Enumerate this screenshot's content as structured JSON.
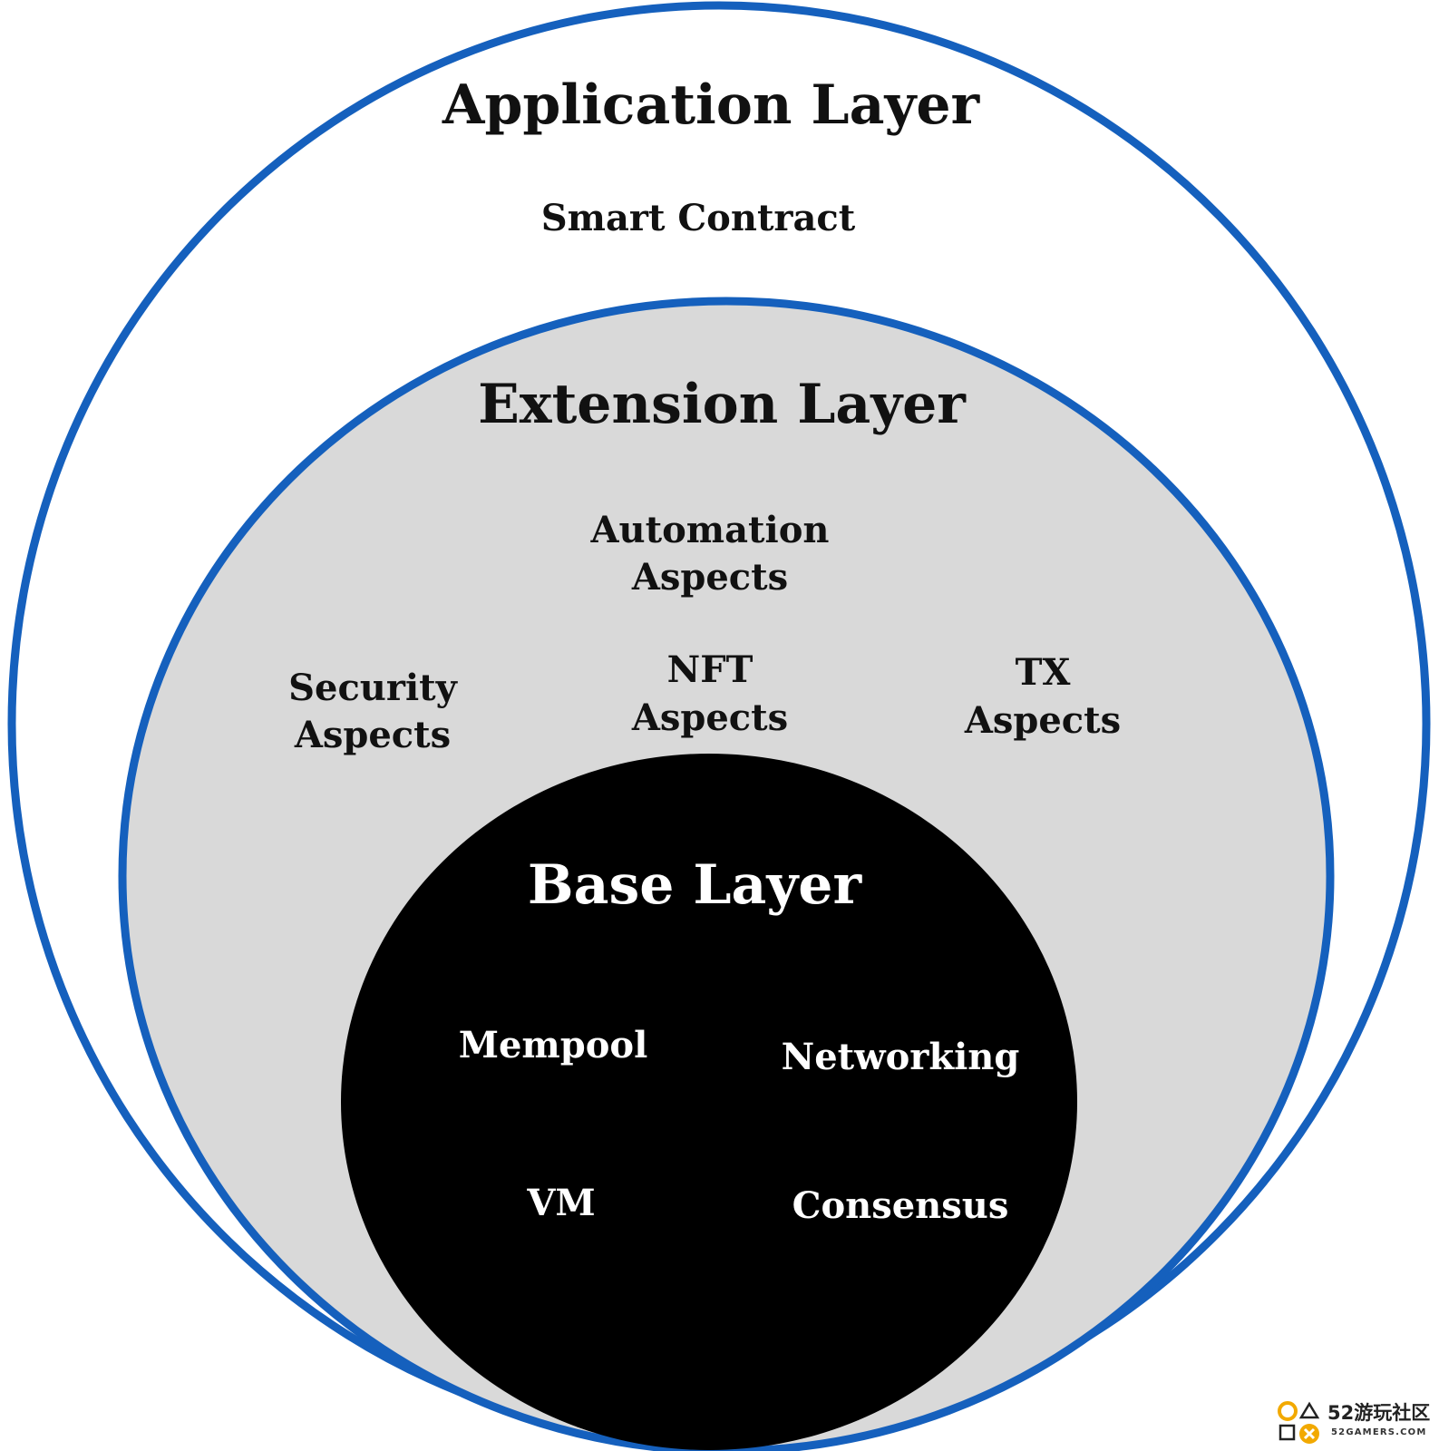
{
  "diagram": {
    "application_layer": {
      "title": "Application Layer",
      "item": "Smart Contract"
    },
    "extension_layer": {
      "title": "Extension Layer",
      "automation": [
        "Automation",
        "Aspects"
      ],
      "security": [
        "Security",
        "Aspects"
      ],
      "nft": [
        "NFT",
        "Aspects"
      ],
      "tx": [
        "TX",
        "Aspects"
      ]
    },
    "base_layer": {
      "title": "Base Layer",
      "mempool": "Mempool",
      "networking": "Networking",
      "vm": "VM",
      "consensus": "Consensus"
    }
  },
  "colors": {
    "ring_stroke": "#1560bd",
    "extension_fill": "#d9d9d9",
    "base_fill": "#000000",
    "background": "#ffffff"
  },
  "watermark": {
    "title": "52游玩社区",
    "subtitle": "52GAMERS.COM"
  }
}
